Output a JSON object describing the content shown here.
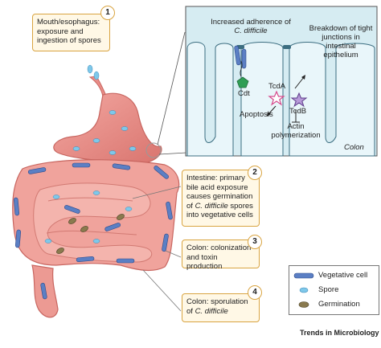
{
  "callouts": [
    {
      "number": "1",
      "text": "Mouth/esophagus: exposure and ingestion of spores"
    },
    {
      "number": "2",
      "text_pre": "Intestine: primary bile acid exposure causes germination of ",
      "text_italic": "C. difficile",
      "text_post": " spores into vegetative cells"
    },
    {
      "number": "3",
      "text": "Colon: colonization and toxin production"
    },
    {
      "number": "4",
      "text_pre": "Colon: sporulation of ",
      "text_italic": "C. difficile",
      "text_post": ""
    }
  ],
  "inset": {
    "adherence_line1": "Increased adherence of",
    "adherence_line2": "C. difficile",
    "cdt": "Cdt",
    "tcda": "TcdA",
    "tcdb": "TcdB",
    "apoptosis": "Apoptosis",
    "actin": "Actin polymerization",
    "breakdown": "Breakdown of tight junctions in intestinal epithelium",
    "region": "Colon"
  },
  "legend": [
    {
      "label": "Vegetative cell",
      "icon": "rod-icon",
      "color": "#5b7fc4"
    },
    {
      "label": "Spore",
      "icon": "spore-icon",
      "color": "#7ec8ea"
    },
    {
      "label": "Germination",
      "icon": "germination-icon",
      "color": "#8a7a4e"
    }
  ],
  "footer": "Trends in Microbiology"
}
